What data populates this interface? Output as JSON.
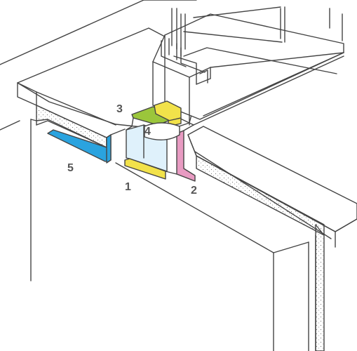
{
  "diagram": {
    "callouts": [
      {
        "id": "1",
        "label": "1"
      },
      {
        "id": "2",
        "label": "2"
      },
      {
        "id": "3",
        "label": "3"
      },
      {
        "id": "4",
        "label": "4"
      },
      {
        "id": "5",
        "label": "5"
      }
    ],
    "colors": {
      "line": "#444444",
      "background": "#ffffff",
      "insulation_dots": "#777777",
      "tape_blue": "#2aa3df",
      "tape_yellow": "#f2e24a",
      "tape_green": "#9bc63b",
      "tape_pink": "#e89bc2",
      "frame_light_blue": "#dff1fb",
      "callout_text": "#555555"
    }
  }
}
